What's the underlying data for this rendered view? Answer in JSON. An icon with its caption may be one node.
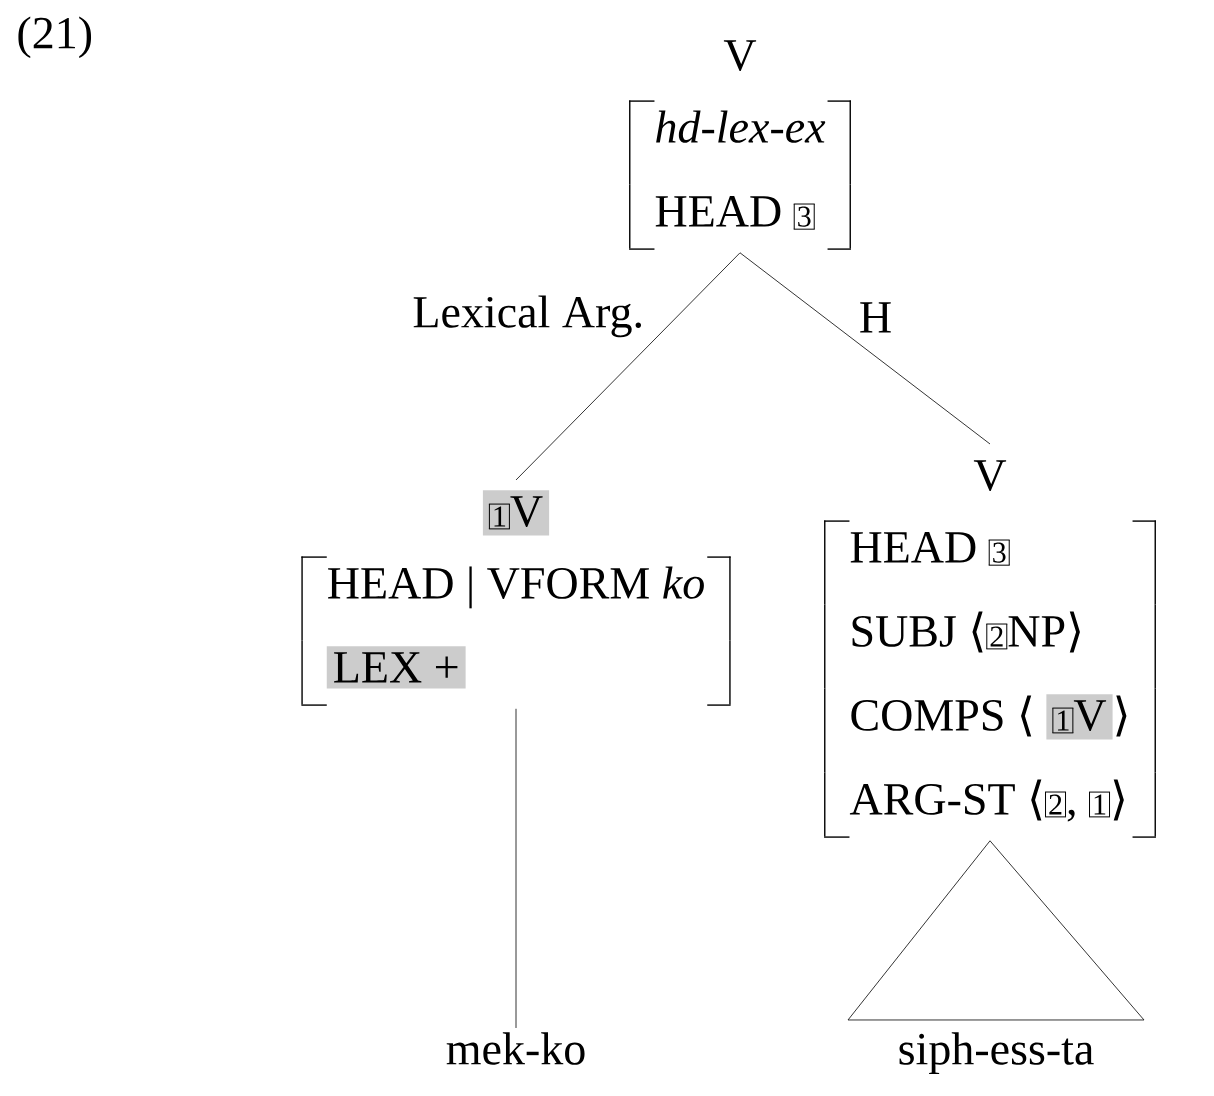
{
  "diagram": {
    "nodes": [
      {
        "text": [
          "V",
          "hd-lex-ex",
          "HEAD",
          "3"
        ]
      },
      {
        "text": [
          "1",
          "V",
          "HEAD | VFORM *ko*",
          "LEX +"
        ]
      },
      {
        "text": [
          "V",
          "HEAD",
          "3",
          "SUBJ",
          "⟨",
          "2",
          "NP",
          "⟩",
          "COMPS",
          "⟨",
          "1",
          "V",
          "⟩",
          "ARG-ST",
          "⟨",
          "2",
          ",",
          "1",
          "⟩"
        ]
      },
      {
        "text": [
          "mek-ko"
        ]
      },
      {
        "text": [
          "siph-ess-ta"
        ]
      }
    ],
    "edges": [
      {
        "from": 0,
        "to": 1,
        "arrow": "none",
        "label": "Lexical Arg."
      },
      {
        "from": 0,
        "to": 2,
        "arrow": "none",
        "label": "H"
      },
      {
        "from": 1,
        "to": 3,
        "arrow": "none"
      },
      {
        "from": 2,
        "to": 4,
        "arrow": "none"
      }
    ],
    "labels": [
      "(21)"
    ]
  }
}
